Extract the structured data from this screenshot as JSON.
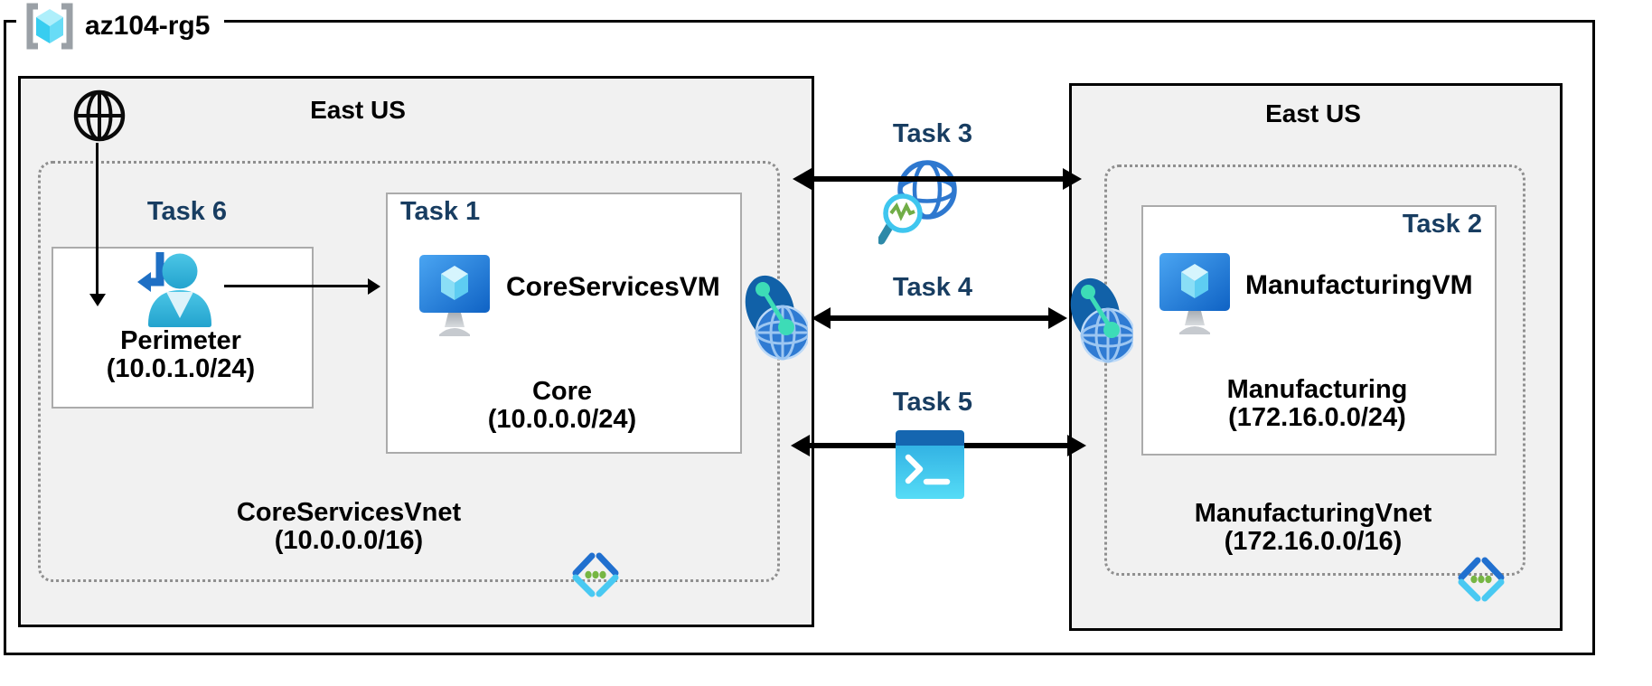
{
  "resource_group": {
    "label": "az104-rg5"
  },
  "regions": {
    "left": {
      "title": "East US",
      "vnet_label": "CoreServicesVnet",
      "vnet_cidr": "(10.0.0.0/16)",
      "perimeter": {
        "task_label": "Task 6",
        "subnet_name": "Perimeter",
        "subnet_cidr": "(10.0.1.0/24)"
      },
      "core": {
        "task_label": "Task 1",
        "vm_name": "CoreServicesVM",
        "subnet_name": "Core",
        "subnet_cidr": "(10.0.0.0/24)"
      }
    },
    "right": {
      "title": "East US",
      "vnet_label": "ManufacturingVnet",
      "vnet_cidr": "(172.16.0.0/16)",
      "manufacturing": {
        "task_label": "Task 2",
        "vm_name": "ManufacturingVM",
        "subnet_name": "Manufacturing",
        "subnet_cidr": "(172.16.0.0/24)"
      }
    }
  },
  "connections": {
    "task3": {
      "label": "Task 3",
      "icon": "network-watcher-icon"
    },
    "task4": {
      "label": "Task 4",
      "icon": "network-peering-icon"
    },
    "task5": {
      "label": "Task 5",
      "icon": "cloud-shell-icon"
    }
  },
  "icons": [
    "resource-group-icon",
    "internet-icon",
    "guest-user-icon",
    "vm-icon",
    "network-peering-icon",
    "network-watcher-icon",
    "cloud-shell-icon",
    "virtual-network-icon"
  ],
  "colors": {
    "task_text": "#183d61",
    "region_fill": "#f1f1f1",
    "outline": "#000000",
    "subnet_border": "#ababab",
    "dotted_border": "#8f8f8f",
    "azure_blue": "#1b6fc0",
    "azure_cyan": "#49c9f2",
    "teal": "#3ddcb7",
    "green": "#76b643"
  }
}
